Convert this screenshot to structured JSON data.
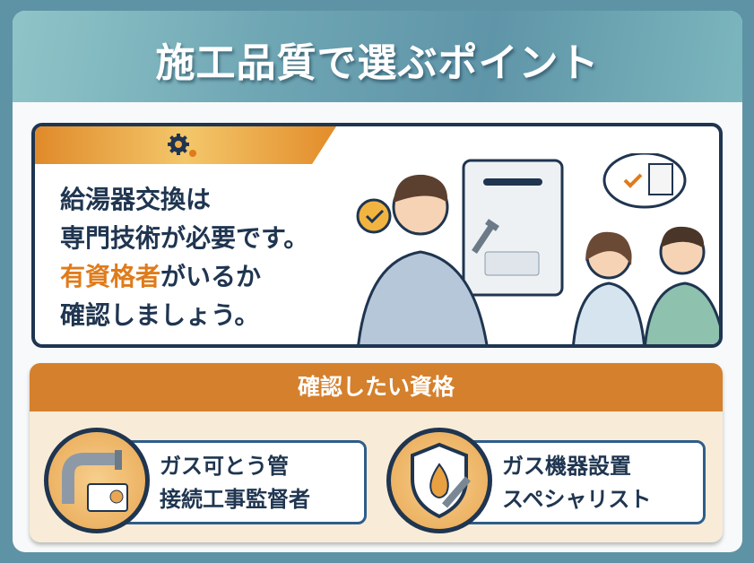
{
  "header": {
    "title": "施工品質で選ぶポイント"
  },
  "message": {
    "line1": "給湯器交換は",
    "line2": "専門技術が必要です。",
    "line3_highlight": "有資格者",
    "line3_rest": "がいるか",
    "line4": "確認しましょう。"
  },
  "qualifications": {
    "title": "確認したい資格",
    "items": [
      {
        "line1": "ガス可とう管",
        "line2": "接続工事監督者",
        "icon": "pipe-license-icon"
      },
      {
        "line1": "ガス機器設置",
        "line2": "スペシャリスト",
        "icon": "shield-flame-wrench-icon"
      }
    ]
  },
  "colors": {
    "accent": "#e07b1a",
    "navy": "#1f3550",
    "teal": "#5e93a5"
  }
}
